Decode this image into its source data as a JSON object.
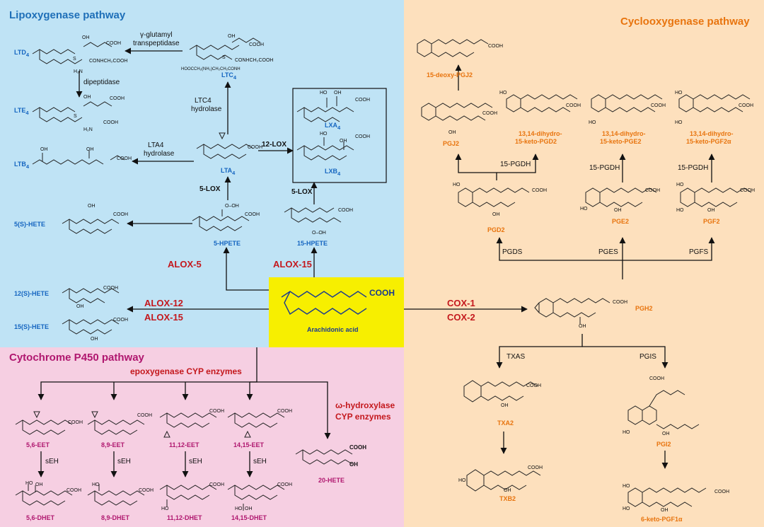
{
  "pathways": {
    "lox": {
      "title": "Lipoxygenase pathway",
      "color": "#1e6fb8",
      "bg": "#bfe3f5"
    },
    "cox": {
      "title": "Cyclooxygenase pathway",
      "color": "#e8740e",
      "bg": "#fde0bd"
    },
    "p450": {
      "title": "Cytochrome P450 pathway",
      "color": "#b0176f",
      "bg": "#f6cfe2"
    }
  },
  "center": {
    "name": "Arachidonic acid",
    "group": "COOH",
    "bg": "#f7ef00"
  },
  "main_enzymes": {
    "alox5": "ALOX-5",
    "alox15_top": "ALOX-15",
    "alox12": "ALOX-12",
    "alox15_left": "ALOX-15",
    "cox1": "COX-1",
    "cox2": "COX-2",
    "epox": "epoxygenase CYP enzymes",
    "omega_line1": "ω-hydroxylase",
    "omega_line2": "CYP enzymes"
  },
  "lox": {
    "products": {
      "ltd4": "LTD",
      "ltd4_sub": "4",
      "lte4": "LTE",
      "lte4_sub": "4",
      "ltb4": "LTB",
      "ltb4_sub": "4",
      "ltc4": "LTC",
      "ltc4_sub": "4",
      "lta4": "LTA",
      "lta4_sub": "4",
      "lxa4": "LXA",
      "lxa4_sub": "4",
      "lxb4": "LXB",
      "lxb4_sub": "4",
      "hete5": "5(S)-HETE",
      "hpete5": "5-HPETE",
      "hpete15": "15-HPETE",
      "hete12": "12(S)-HETE",
      "hete15": "15(S)-HETE"
    },
    "enzymes": {
      "ggt_1": "γ-glutamyl",
      "ggt_2": "transpeptidase",
      "dipeptidase": "dipeptidase",
      "ltc4h_1": "LTC4",
      "ltc4h_2": "hydrolase",
      "lta4h_1": "LTA4",
      "lta4h_2": "hydrolase",
      "lox12": "12-LOX",
      "lox5": "5-LOX",
      "lox5b": "5-LOX"
    }
  },
  "cox": {
    "products": {
      "pgj2_deoxy": "15-deoxy-PGJ2",
      "pgj2": "PGJ2",
      "dh_pgd2_1": "13,14-dihydro-",
      "dh_pgd2_2": "15-keto-PGD2",
      "dh_pge2_1": "13,14-dihydro-",
      "dh_pge2_2": "15-keto-PGE2",
      "dh_pgf2_1": "13,14-dihydro-",
      "dh_pgf2_2": "15-keto-PGF2α",
      "pgd2": "PGD2",
      "pge2": "PGE2",
      "pgf2": "PGF2",
      "pgh2": "PGH2",
      "txa2": "TXA2",
      "txb2": "TXB2",
      "pgi2": "PGI2",
      "keto_pgf1a": "6-keto-PGF1α"
    },
    "enzymes": {
      "pgdh1": "15-PGDH",
      "pgdh2": "15-PGDH",
      "pgdh3": "15-PGDH",
      "pgds": "PGDS",
      "pges": "PGES",
      "pgfs": "PGFS",
      "txas": "TXAS",
      "pgis": "PGIS"
    }
  },
  "p450": {
    "products": {
      "eet56": "5,6-EET",
      "eet89": "8,9-EET",
      "eet1112": "11,12-EET",
      "eet1415": "14,15-EET",
      "dhet56": "5,6-DHET",
      "dhet89": "8,9-DHET",
      "dhet1112": "11,12-DHET",
      "dhet1415": "14,15-DHET",
      "hete20": "20-HETE"
    },
    "enzymes": {
      "seh1": "sEH",
      "seh2": "sEH",
      "seh3": "sEH",
      "seh4": "sEH"
    }
  },
  "structure_text": {
    "cooh": "COOH",
    "oh": "OH",
    "ooh": "O–OH",
    "ho": "HO",
    "s": "S",
    "h2n": "H₂N",
    "conhch2cooh": "CONHCH₂COOH",
    "ltc4_chain": "HOOCCH₂(NH₂)CH₂CH₂CONH"
  }
}
